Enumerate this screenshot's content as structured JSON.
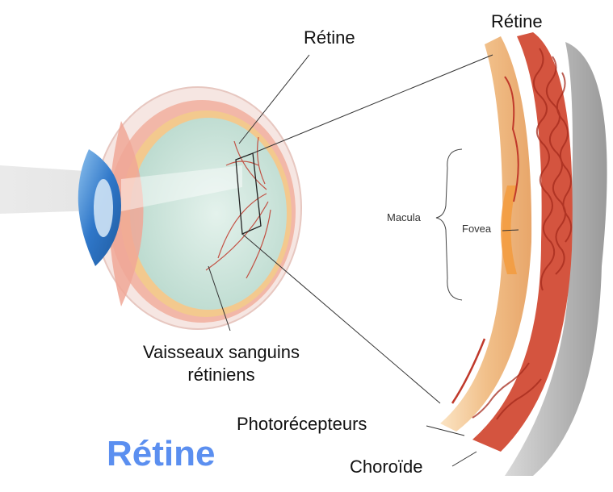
{
  "labels": {
    "retina_top_left": "Rétine",
    "retina_top_right": "Rétine",
    "macula": "Macula",
    "fovea": "Fovea",
    "vessels_line1": "Vaisseaux sanguins",
    "vessels_line2": "rétiniens",
    "photoreceptors": "Photorécepteurs",
    "choroid": "Choroïde",
    "title": "Rétine"
  },
  "colors": {
    "title": "#5b8ff0",
    "sclera": "#f2b7a8",
    "retina_band": "#f3b98b",
    "choroid_vessels": "#c9442f",
    "vitreous": "#cfe7df",
    "cornea": "#2f77c9"
  }
}
